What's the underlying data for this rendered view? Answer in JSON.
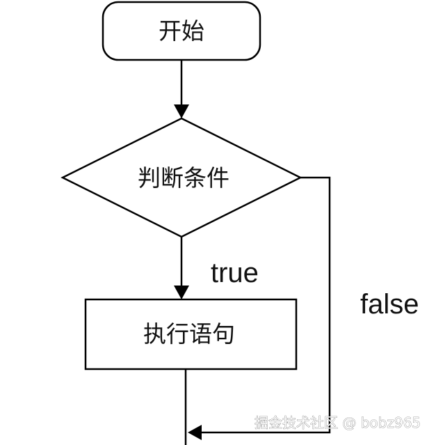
{
  "flowchart": {
    "start_label": "开始",
    "condition_label": "判断条件",
    "true_label": "true",
    "false_label": "false",
    "statement_label": "执行语句"
  },
  "watermark": "掘金技术社区 @ bobz965"
}
